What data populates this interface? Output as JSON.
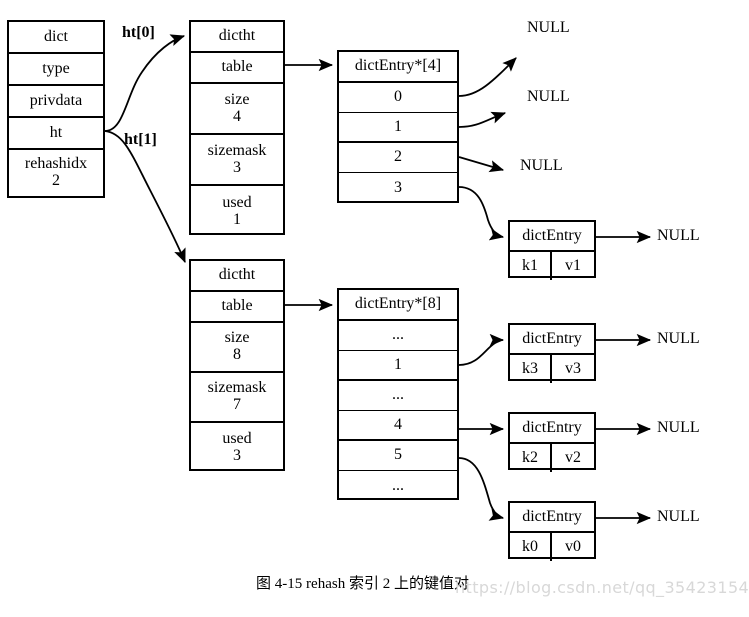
{
  "figure": {
    "caption": "图 4-15    rehash 索引 2 上的键值对",
    "watermark": "https://blog.csdn.net/qq_35423154"
  },
  "dict": {
    "title": "dict",
    "fields": [
      {
        "label": "dict",
        "value": ""
      },
      {
        "label": "type",
        "value": ""
      },
      {
        "label": "privdata",
        "value": ""
      },
      {
        "label": "ht",
        "value": ""
      },
      {
        "label": "rehashidx",
        "value": "2"
      }
    ]
  },
  "pointer_labels": {
    "ht0": "ht[0]",
    "ht1": "ht[1]"
  },
  "ht0": {
    "title": "dictht",
    "rows": [
      {
        "label": "dictht",
        "value": ""
      },
      {
        "label": "table",
        "value": ""
      },
      {
        "label": "size",
        "value": "4"
      },
      {
        "label": "sizemask",
        "value": "3"
      },
      {
        "label": "used",
        "value": "1"
      }
    ],
    "bucket_array": {
      "header": "dictEntry*[4]",
      "slots": [
        "0",
        "1",
        "2",
        "3"
      ]
    }
  },
  "ht1": {
    "title": "dictht",
    "rows": [
      {
        "label": "dictht",
        "value": ""
      },
      {
        "label": "table",
        "value": ""
      },
      {
        "label": "size",
        "value": "8"
      },
      {
        "label": "sizemask",
        "value": "7"
      },
      {
        "label": "used",
        "value": "3"
      }
    ],
    "bucket_array": {
      "header": "dictEntry*[8]",
      "slots": [
        "...",
        "1",
        "...",
        "4",
        "5",
        "..."
      ]
    }
  },
  "entries": [
    {
      "title": "dictEntry",
      "key": "k1",
      "value": "v1",
      "next": "NULL"
    },
    {
      "title": "dictEntry",
      "key": "k3",
      "value": "v3",
      "next": "NULL"
    },
    {
      "title": "dictEntry",
      "key": "k2",
      "value": "v2",
      "next": "NULL"
    },
    {
      "title": "dictEntry",
      "key": "k0",
      "value": "v0",
      "next": "NULL"
    }
  ],
  "null_labels_top": [
    "NULL",
    "NULL",
    "NULL"
  ],
  "colors": {
    "stroke": "#000000",
    "background": "#ffffff",
    "watermark": "#d8d8d8"
  }
}
